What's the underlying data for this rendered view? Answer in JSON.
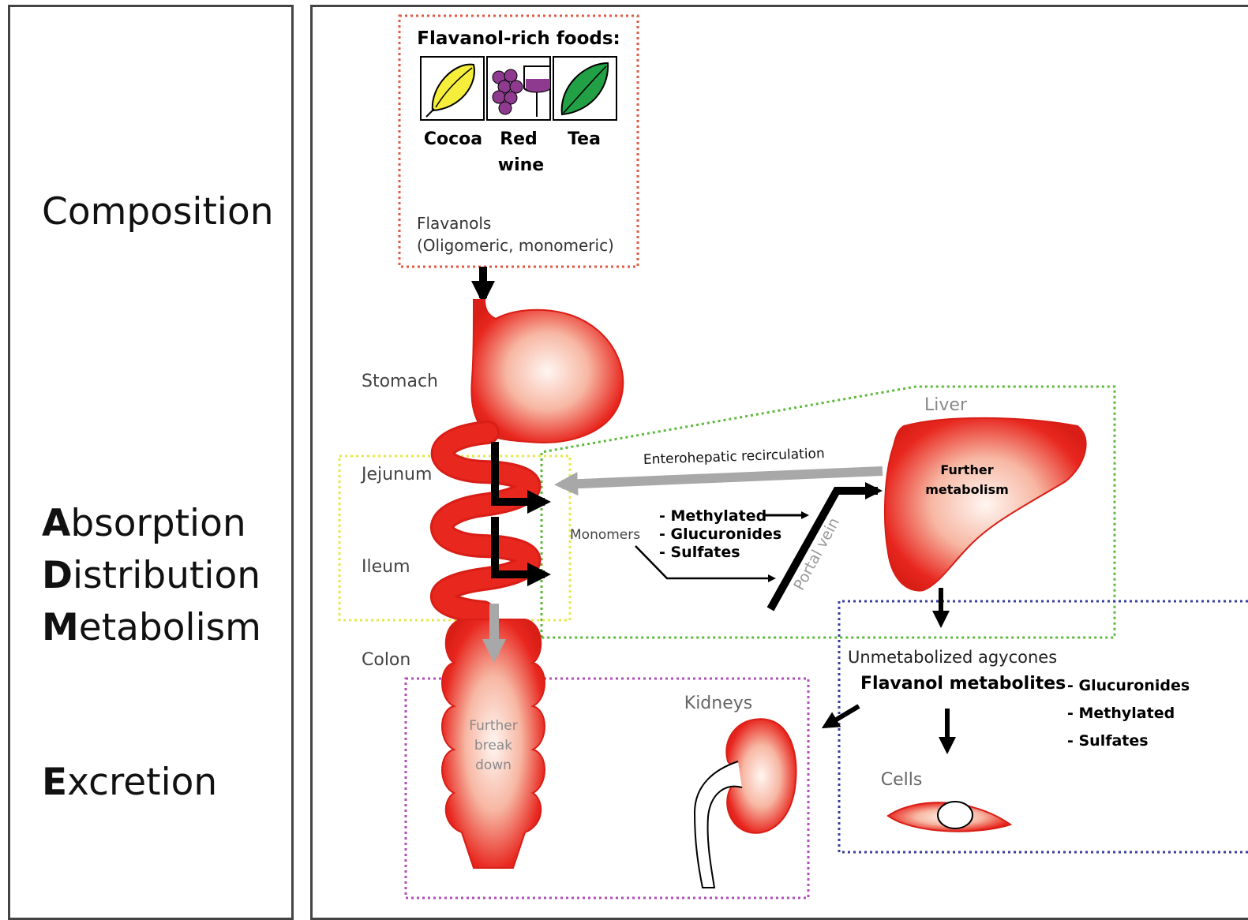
{
  "stages": {
    "composition": "Composition",
    "adme": [
      {
        "initial": "A",
        "rest": "bsorption"
      },
      {
        "initial": "D",
        "rest": "istribution"
      },
      {
        "initial": "M",
        "rest": "etabolism"
      }
    ],
    "excretion": {
      "initial": "E",
      "rest": "xcretion"
    }
  },
  "foods": {
    "title": "Flavanol-rich foods:",
    "items": [
      {
        "label": "Cocoa",
        "icon": "cocoa-pod-icon",
        "color": "#f5ee3a"
      },
      {
        "label_line1": "Red",
        "label_line2": "wine",
        "icon": "grapes-wine-icon",
        "color": "#8e3a8f"
      },
      {
        "label": "Tea",
        "icon": "tea-leaf-icon",
        "color": "#22a046"
      }
    ],
    "flavanols_line1": "Flavanols",
    "flavanols_line2": "(Oligomeric, monomeric)"
  },
  "organs": {
    "stomach": "Stomach",
    "jejunum": "Jejunum",
    "ileum": "Ileum",
    "colon": "Colon",
    "colon_inner": [
      "Further",
      "break",
      "down"
    ],
    "liver": "Liver",
    "liver_inner": [
      "Further",
      "metabolism"
    ],
    "kidneys": "Kidneys",
    "cells": "Cells",
    "portal_vein": "Portal vein"
  },
  "flows": {
    "enterohepatic": "Enterohepatic recirculation",
    "monomers": "Monomers",
    "monomer_products": [
      "- Methylated",
      "- Glucuronides",
      "- Sulfates"
    ],
    "unmetabolized": "Unmetabolized agycones",
    "flavanol_metabolites": "Flavanol metabolites",
    "metabolite_types": [
      "- Glucuronides",
      "- Methylated",
      "- Sulfates"
    ]
  },
  "colors": {
    "organ_red": "#e8271f",
    "foods_box": "#e05a45",
    "small_intestine_box": "#e6e84a",
    "liver_box": "#5cb83a",
    "kidney_box": "#b04fb8",
    "cells_box": "#3a3f9e",
    "grey_arrow": "#a8a8a8"
  }
}
